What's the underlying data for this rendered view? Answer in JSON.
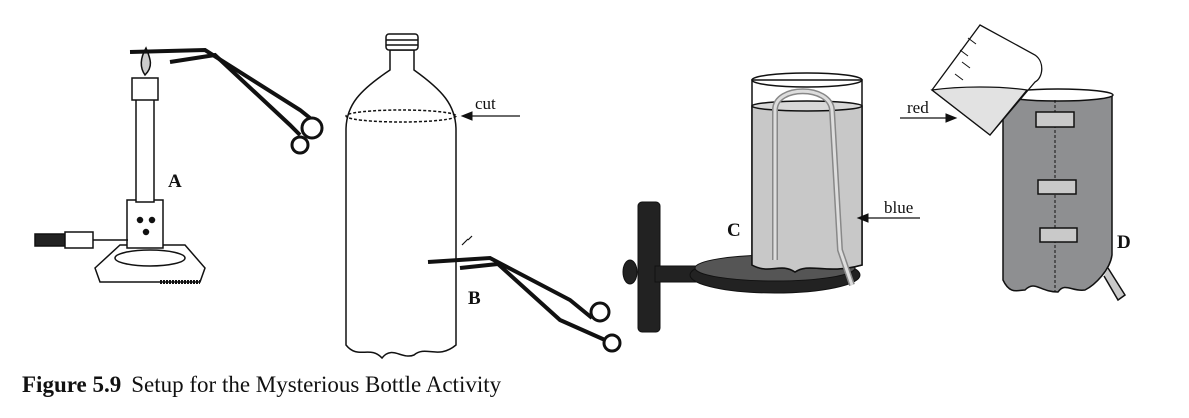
{
  "labels": {
    "a": "A",
    "b": "B",
    "c": "C",
    "d": "D",
    "cut": "cut",
    "blue": "blue",
    "red": "red"
  },
  "caption": {
    "number": "Figure 5.9",
    "text": "Setup for the Mysterious Bottle Activity"
  },
  "colors": {
    "water_blue": "#c8c8c8",
    "bottle_dark": "#8e8f91",
    "beaker_liquid": "#e2e2e2"
  }
}
